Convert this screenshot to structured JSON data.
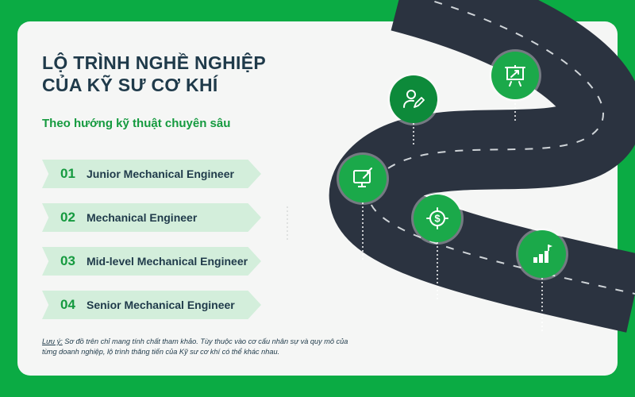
{
  "title": {
    "line1": "LỘ TRÌNH NGHỀ NGHIỆP",
    "line2": "CỦA KỸ SƯ CƠ KHÍ"
  },
  "subtitle": "Theo hướng kỹ thuật chuyên sâu",
  "steps": [
    {
      "number": "01",
      "label": "Junior Mechanical Engineer"
    },
    {
      "number": "02",
      "label": "Mechanical Engineer"
    },
    {
      "number": "03",
      "label": "Mid-level Mechanical Engineer"
    },
    {
      "number": "04",
      "label": "Senior Mechanical Engineer"
    }
  ],
  "note": {
    "label": "Lưu ý:",
    "text": " Sơ đồ trên chỉ mang tính chất tham khảo. Tùy thuộc vào cơ cấu nhân sự và quy mô của từng doanh nghiệp, lộ trình thăng tiến của Kỹ sư cơ khí có thể khác nhau."
  },
  "milestone_icons": [
    "computer-design-icon",
    "user-edit-icon",
    "presentation-growth-icon",
    "dollar-target-icon",
    "growth-flag-icon"
  ],
  "colors": {
    "frame_green": "#0bab44",
    "accent_green": "#159a3f",
    "road": "#2b3340",
    "step_bg": "#d3eedb",
    "text_dark": "#1f3a4a"
  }
}
